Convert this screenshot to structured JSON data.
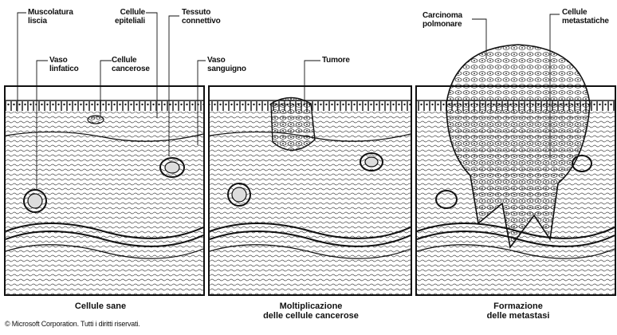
{
  "labels": {
    "smooth_muscle": "Muscolatura\nliscia",
    "epithelial_cells": "Cellule\nepiteliali",
    "connective_tissue": "Tessuto\nconnettivo",
    "lymph_vessel": "Vaso\nlinfatico",
    "cancer_cells": "Cellule\ncancerose",
    "blood_vessel": "Vaso\nsanguigno",
    "tumor": "Tumore",
    "lung_carcinoma": "Carcinoma\npolmonare",
    "metastatic_cells": "Cellule\nmetastatiche"
  },
  "captions": {
    "panel1": "Cellule sane",
    "panel2": "Moltiplicazione\ndelle cellule cancerose",
    "panel3": "Formazione\ndelle metastasi"
  },
  "copyright": "© Microsoft Corporation. Tutti i diritti riservati.",
  "colors": {
    "ink": "#111111",
    "background": "#ffffff"
  }
}
